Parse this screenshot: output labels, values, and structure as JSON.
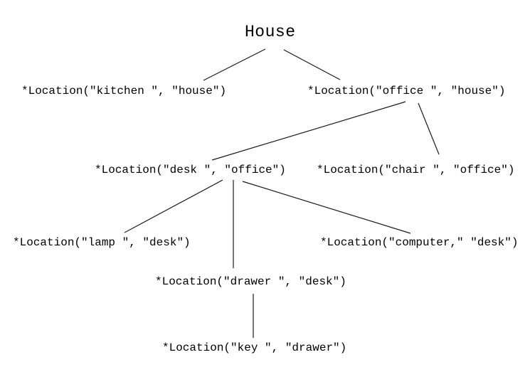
{
  "diagram": {
    "title": "House",
    "nodes": [
      {
        "id": "kitchen",
        "label": "*Location(\"kitchen \", \"house\")"
      },
      {
        "id": "office",
        "label": "*Location(\"office \", \"house\")"
      },
      {
        "id": "desk",
        "label": "*Location(\"desk \", \"office\")"
      },
      {
        "id": "chair",
        "label": "*Location(\"chair \", \"office\")"
      },
      {
        "id": "lamp",
        "label": "*Location(\"lamp \", \"desk\")"
      },
      {
        "id": "computer",
        "label": "*Location(\"computer,\" \"desk\")"
      },
      {
        "id": "drawer",
        "label": "*Location(\"drawer \", \"desk\")"
      },
      {
        "id": "key",
        "label": "*Location(\"key \", \"drawer\")"
      }
    ],
    "edges": [
      {
        "from": "house",
        "to": "kitchen"
      },
      {
        "from": "house",
        "to": "office"
      },
      {
        "from": "office",
        "to": "desk"
      },
      {
        "from": "office",
        "to": "chair"
      },
      {
        "from": "desk",
        "to": "lamp"
      },
      {
        "from": "desk",
        "to": "drawer"
      },
      {
        "from": "desk",
        "to": "computer"
      },
      {
        "from": "drawer",
        "to": "key"
      }
    ],
    "colors": {
      "background": "#ffffff",
      "text": "#000000",
      "line": "#1a1a1a"
    }
  }
}
